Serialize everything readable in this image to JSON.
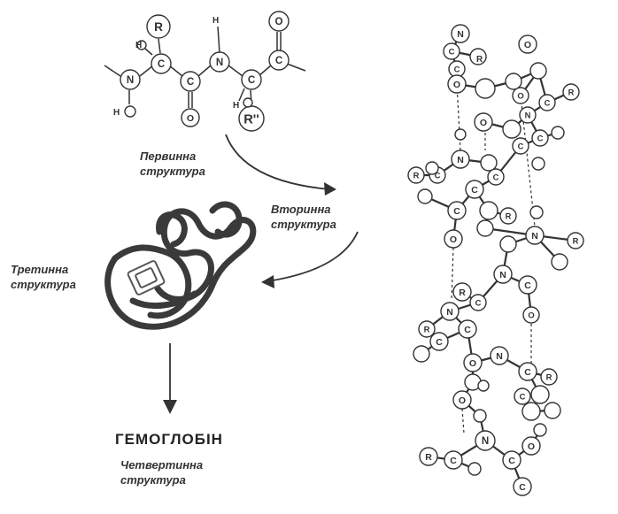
{
  "labels": {
    "primary": [
      "Первинна",
      "структура"
    ],
    "secondary": [
      "Вторинна",
      "структура"
    ],
    "tertiary": [
      "Третинна",
      "структура"
    ],
    "quaternary": [
      "Четвертинна",
      "структура"
    ],
    "hemoglobin": "ГЕМОГЛОБІН"
  },
  "primary_atoms": {
    "r_group": "R",
    "r_prime": "R''",
    "carbon": "C",
    "nitrogen": "N",
    "oxygen": "O",
    "hydrogen": "H"
  },
  "helix_atoms": {
    "carbon": "C",
    "nitrogen": "N",
    "oxygen": "O",
    "r_group": "R"
  },
  "colors": {
    "ink": "#333333",
    "thick_ink": "#3a3a3a",
    "background": "#ffffff"
  }
}
